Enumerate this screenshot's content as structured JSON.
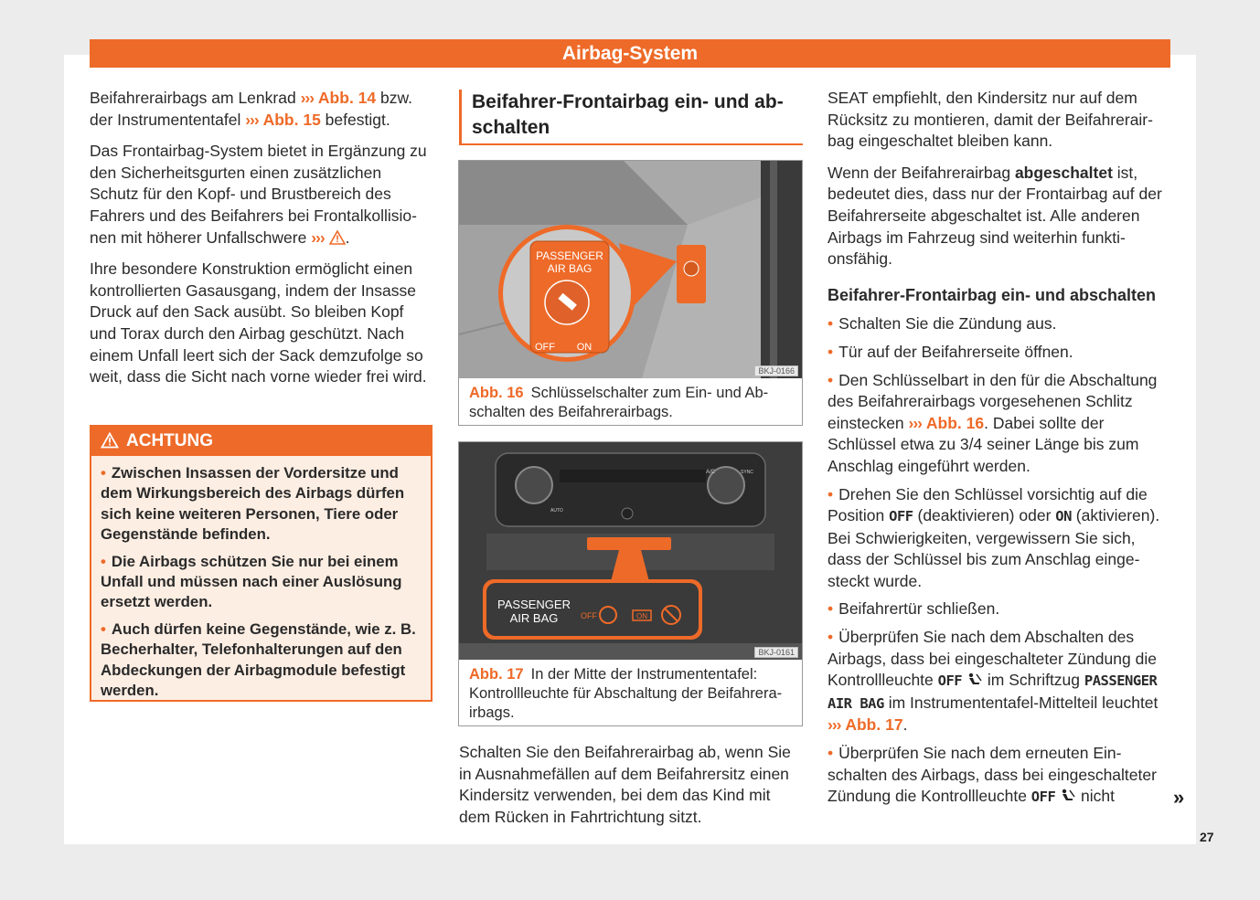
{
  "header": {
    "title": "Airbag-System"
  },
  "col1": {
    "p1": {
      "a": "Beifahrerairbags am Lenkrad",
      "arrow": "›››",
      "ref1": "Abb. 14",
      "b": " bzw. der Instrumententafel ",
      "ref2": "Abb. 15",
      "c": " befestigt."
    },
    "p2": "Das Frontairbag-System bietet in Ergänzung zu den Sicherheitsgurten einen zusätzlichen Schutz für den Kopf- und Brustbereich des Fahrers und des Beifahrers bei Frontalkollisio­nen mit höherer Unfallschwere",
    "p3": "Ihre besondere Konstruktion ermöglicht einen kontrollierten Gasausgang, indem der Insas­se Druck auf den Sack ausübt. So bleiben Kopf und Torax durch den Airbag geschützt. Nach einem Unfall leert sich der Sack demzu­folge so weit, dass die Sicht nach vorne wie­der frei wird."
  },
  "achtung": {
    "title": "ACHTUNG",
    "items": [
      "Zwischen Insassen der Vordersitze und dem Wirkungsbereich des Airbags dürfen sich keine weiteren Personen, Tiere oder Gegenstände befinden.",
      "Die Airbags schützen Sie nur bei einem Unfall und müssen nach einer Auslösung ersetzt werden.",
      "Auch dürfen keine Gegenstände, wie z. B. Becherhalter, Telefonhalterungen auf den Abdeckungen der Airbagmodule befestigt werden."
    ]
  },
  "col2": {
    "section_title": "Beifahrer-Frontairbag ein- und ab­schalten",
    "fig16": {
      "label": "Abb. 16",
      "caption": "Schlüsselschalter zum Ein- und Ab­schalten des Beifahrerairbags.",
      "code": "BKJ-0166",
      "switch_text1": "PASSENGER",
      "switch_text2": "AIR BAG",
      "off": "OFF",
      "on": "ON"
    },
    "fig17": {
      "label": "Abb. 17",
      "caption": "In der Mitte der Instrumententafel: Kontrollleuchte für Abschaltung der Beifahrera­irbags.",
      "code": "BKJ-0161",
      "panel_text1": "PASSENGER",
      "panel_text2": "AIR BAG",
      "off": "OFF",
      "on": "ON",
      "ac": "A/C",
      "sync": "SYNC",
      "auto": "AUTO"
    },
    "p_after": "Schalten Sie den Beifahrerairbag ab, wenn Sie in Ausnahmefällen auf dem Beifahrersitz einen Kindersitz verwenden, bei dem das Kind mit dem Rücken in Fahrtrichtung sitzt."
  },
  "col3": {
    "p1": "SEAT empfiehlt, den Kindersitz nur auf dem Rücksitz zu montieren, damit der Beifahrerair­bag eingeschaltet bleiben kann.",
    "p2": {
      "a": "Wenn der Beifahrerairbag ",
      "bold": "abgeschaltet",
      "b": " ist, bedeutet dies, dass nur der Frontairbag auf der Beifahrerseite abgeschaltet ist. Alle ande­ren Airbags im Fahrzeug sind weiterhin funkti­onsfähig."
    },
    "subhead": "Beifahrer-Frontairbag ein- und abschalten",
    "li1": "Schalten Sie die Zündung aus.",
    "li2": "Tür auf der Beifahrerseite öffnen.",
    "li3": {
      "a": "Den Schlüsselbart in den für die Abschal­tung des Beifahrerairbags vorgesehenen Schlitz einstecken ",
      "ref": "Abb. 16",
      "b": ". Dabei sollte der Schlüssel etwa zu 3/4 seiner Länge bis zum Anschlag eingeführt werden."
    },
    "li4": {
      "a": "Drehen Sie den Schlüssel vorsichtig auf die Position ",
      "off": "OFF",
      "b": " (deaktivieren) oder ",
      "on": "ON",
      "c": " (aktivieren). Bei Schwierigkeiten, vergewissern Sie sich, dass der Schlüssel bis zum Anschlag einge­steckt wurde."
    },
    "li5": "Beifahrertür schließen.",
    "li6": {
      "a": "Überprüfen Sie nach dem Abschalten des Airbags, dass bei eingeschalteter Zündung die Kontrollleuchte ",
      "off": "OFF",
      "b": " im Schriftzug ",
      "pab": "PASSENGER AIR BAG",
      "c": " im Instrumententafel-Mittelteil leuchtet ",
      "ref": "Abb. 17",
      "d": "."
    },
    "li7": {
      "a": "Überprüfen Sie nach dem erneuten Ein­schalten des Airbags, dass bei eingeschalte­ter Zündung die Kontrollleuchte ",
      "off": "OFF",
      "b": " nicht"
    }
  },
  "footer": {
    "continue": "»",
    "page_number": "27"
  },
  "colors": {
    "accent": "#ee6a28",
    "warning_bg": "#fdeee3"
  }
}
